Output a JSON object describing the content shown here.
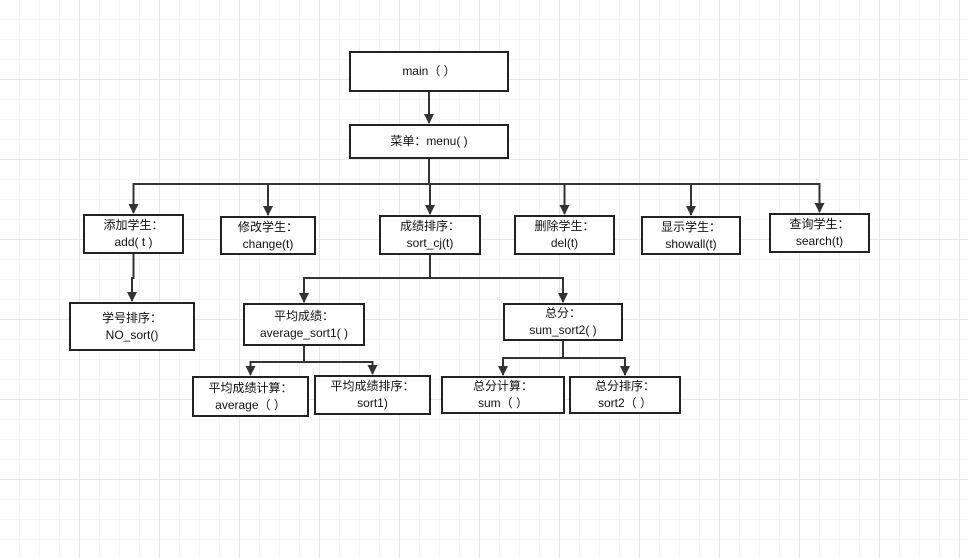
{
  "diagram": {
    "nodes": {
      "main": {
        "lines": [
          "main（ ）"
        ]
      },
      "menu": {
        "lines": [
          "菜单：menu(   )"
        ]
      },
      "add": {
        "lines": [
          "添加学生：",
          "add( t )"
        ]
      },
      "change": {
        "lines": [
          "修改学生：",
          "change(t)"
        ]
      },
      "sort_cj": {
        "lines": [
          "成绩排序：",
          "sort_cj(t)"
        ]
      },
      "del": {
        "lines": [
          "删除学生：",
          "del(t)"
        ]
      },
      "showall": {
        "lines": [
          "显示学生：",
          "showall(t)"
        ]
      },
      "search": {
        "lines": [
          "查询学生：",
          "search(t)"
        ]
      },
      "no_sort": {
        "lines": [
          "学号排序：",
          "NO_sort()"
        ]
      },
      "average_sort1": {
        "lines": [
          "平均成绩：",
          "average_sort1( )"
        ]
      },
      "sum_sort2": {
        "lines": [
          "总分：",
          "sum_sort2( )"
        ]
      },
      "average": {
        "lines": [
          "平均成绩计算：",
          "average（ ）"
        ]
      },
      "sort1": {
        "lines": [
          "平均成绩排序：",
          "sort1)"
        ]
      },
      "sum": {
        "lines": [
          "总分计算：",
          "sum（ ）"
        ]
      },
      "sort2": {
        "lines": [
          "总分排序：",
          "sort2（ ）"
        ]
      }
    },
    "edges": [
      {
        "from": "main",
        "to": "menu"
      },
      {
        "from": "menu",
        "to": "add"
      },
      {
        "from": "menu",
        "to": "change"
      },
      {
        "from": "menu",
        "to": "sort_cj"
      },
      {
        "from": "menu",
        "to": "del"
      },
      {
        "from": "menu",
        "to": "showall"
      },
      {
        "from": "menu",
        "to": "search"
      },
      {
        "from": "add",
        "to": "no_sort"
      },
      {
        "from": "sort_cj",
        "to": "average_sort1"
      },
      {
        "from": "sort_cj",
        "to": "sum_sort2"
      },
      {
        "from": "average_sort1",
        "to": "average"
      },
      {
        "from": "average_sort1",
        "to": "sort1"
      },
      {
        "from": "sum_sort2",
        "to": "sum"
      },
      {
        "from": "sum_sort2",
        "to": "sort2"
      }
    ]
  }
}
